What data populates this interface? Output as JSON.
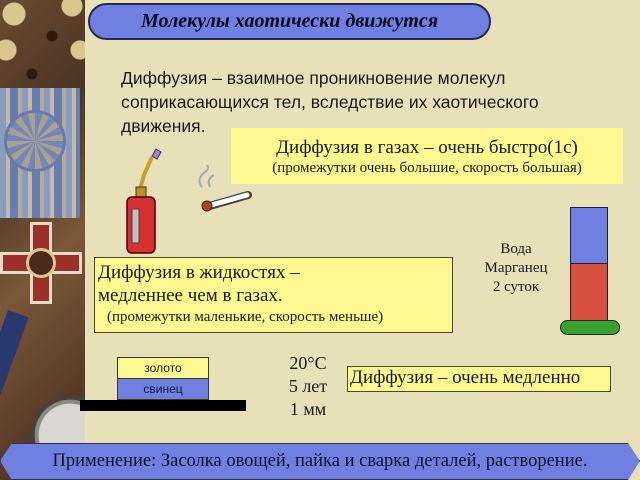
{
  "title": "Молекулы хаотически движутся",
  "definition": "Диффузия – взаимное проникновение молекул соприкасающихся тел, вследствие их хаотического движения.",
  "gases": {
    "main": "Диффузия в газах – очень быстро(1с)",
    "sub": "(промежутки очень большие, скорость большая)"
  },
  "liquids": {
    "line1": "Диффузия в жидкостях –",
    "line2": "медленнее чем в газах.",
    "sub": "(промежутки маленькие, скорость меньше)"
  },
  "liquid_experiment": {
    "line1": "Вода",
    "line2": "Марганец",
    "line3": "2 суток",
    "colors": {
      "water": "#7080e0",
      "manganese": "#d85040",
      "base": "#38a030"
    }
  },
  "solids": {
    "label": "Диффузия – очень медленно",
    "conditions": {
      "temperature": "20°С",
      "time": "5 лет",
      "depth": "1 мм"
    },
    "layers": {
      "top": "золото",
      "bottom": "свинец"
    }
  },
  "footer": "Применение: Засолка овощей, пайка и сварка деталей, растворение.",
  "icons": [
    "gas-torch-icon",
    "cigarette-smoke-icon",
    "graduated-cylinder-icon"
  ],
  "colors": {
    "background": "#e8e0b8",
    "accent": "#7080e0",
    "highlight": "#fdf890"
  }
}
